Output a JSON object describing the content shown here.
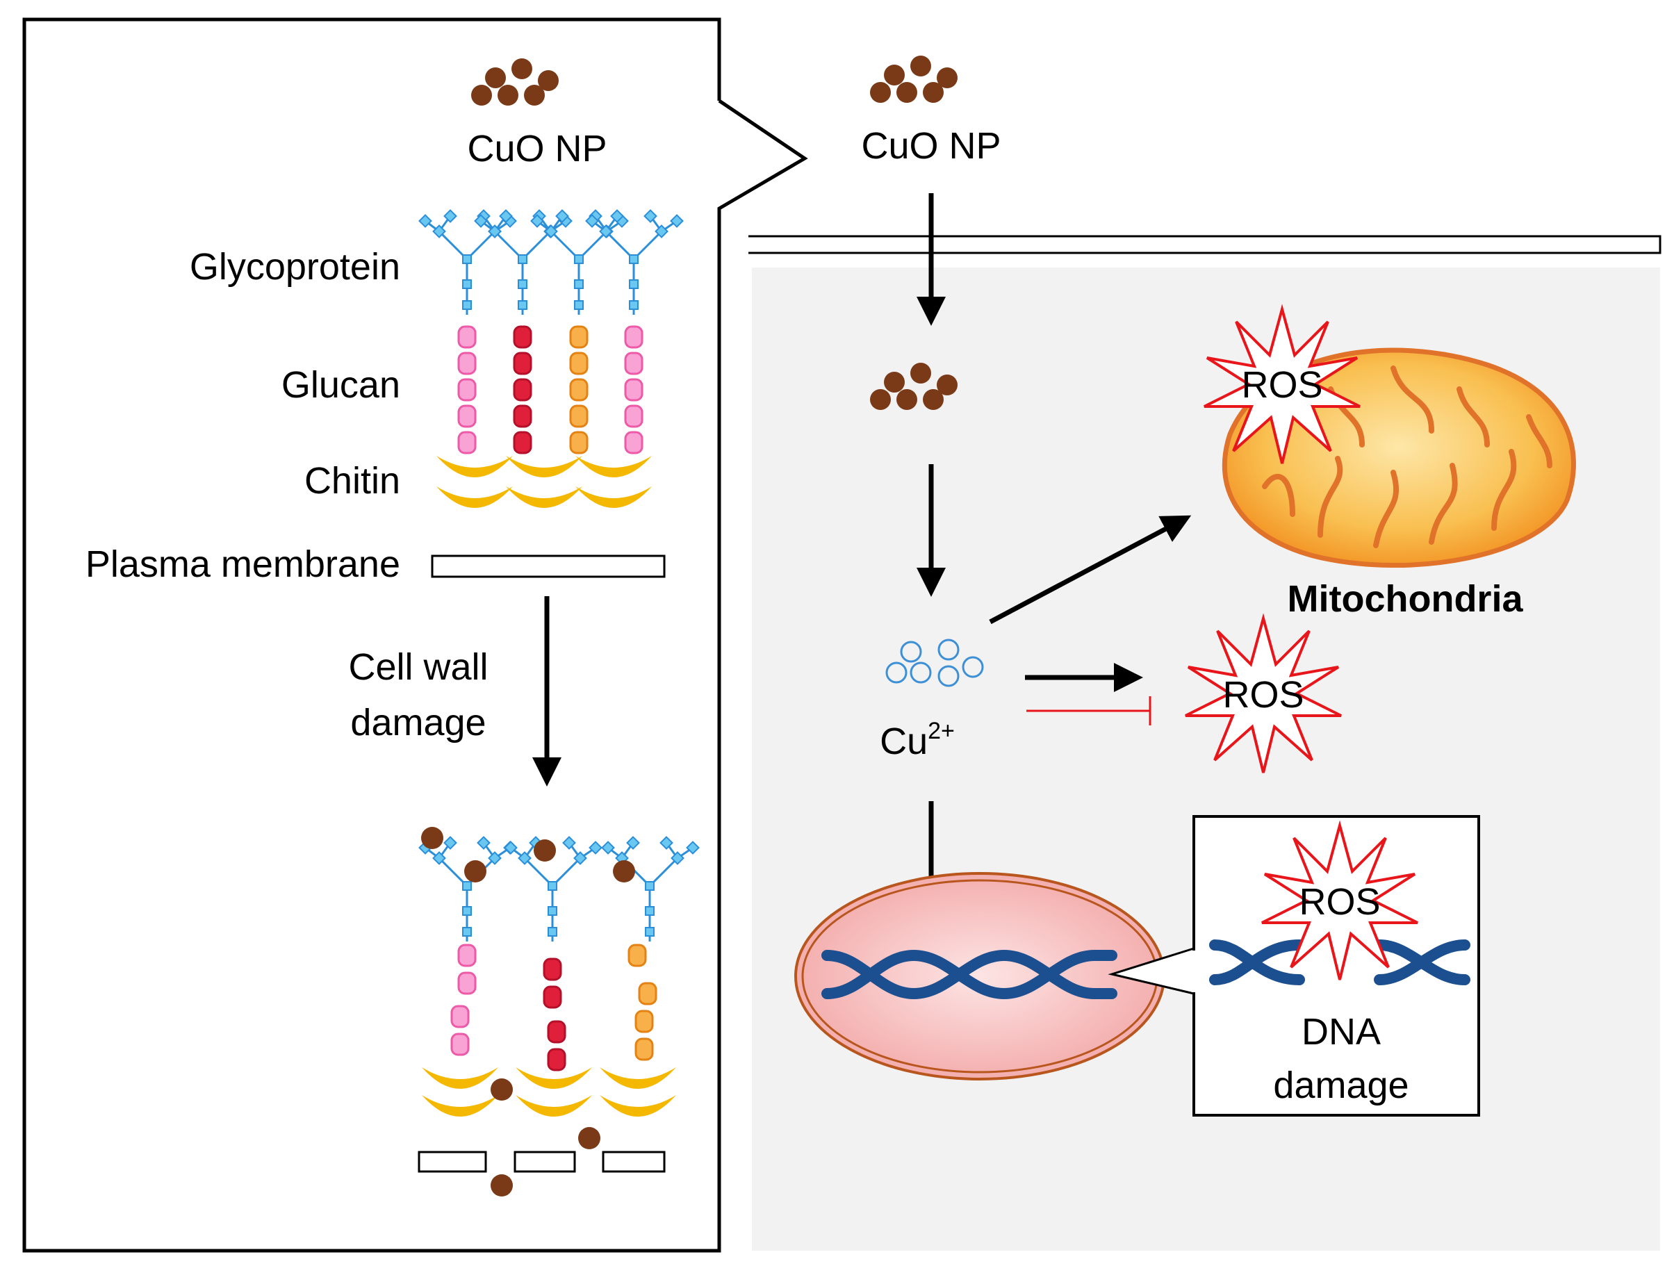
{
  "cell_wall_panel": {
    "np_label": "CuO NP",
    "layers": {
      "glycoprotein": "Glycoprotein",
      "glucan": "Glucan",
      "chitin": "Chitin",
      "plasma_membrane": "Plasma membrane"
    },
    "damage_label_line1": "Cell wall",
    "damage_label_line2": "damage"
  },
  "cell_panel": {
    "np_label": "CuO NP",
    "ion_label": "Cu",
    "ion_charge": "2+",
    "mito_label": "Mitochondria",
    "ros_label": "ROS",
    "dna_label_line1": "DNA",
    "dna_label_line2": "damage"
  },
  "colors": {
    "particle": "#7a3a17",
    "ion": "#3d8fd6",
    "glycoprotein": "#2a8fd8",
    "glycoprotein_node": "#6ac8f0",
    "glucan_pink": "#f07cc0",
    "glucan_red": "#e0203a",
    "glucan_orange": "#f59a28",
    "chitin": "#f4b800",
    "ros_star": "#e8161a",
    "inhibit": "#e8161a",
    "mito_fill": "#f7a830",
    "mito_stroke": "#e0722a",
    "nucleus_fill": "#f7c3c3",
    "nucleus_stroke": "#b8561e",
    "dna": "#1c4f8f",
    "cell_bg": "#f2f2f2"
  }
}
